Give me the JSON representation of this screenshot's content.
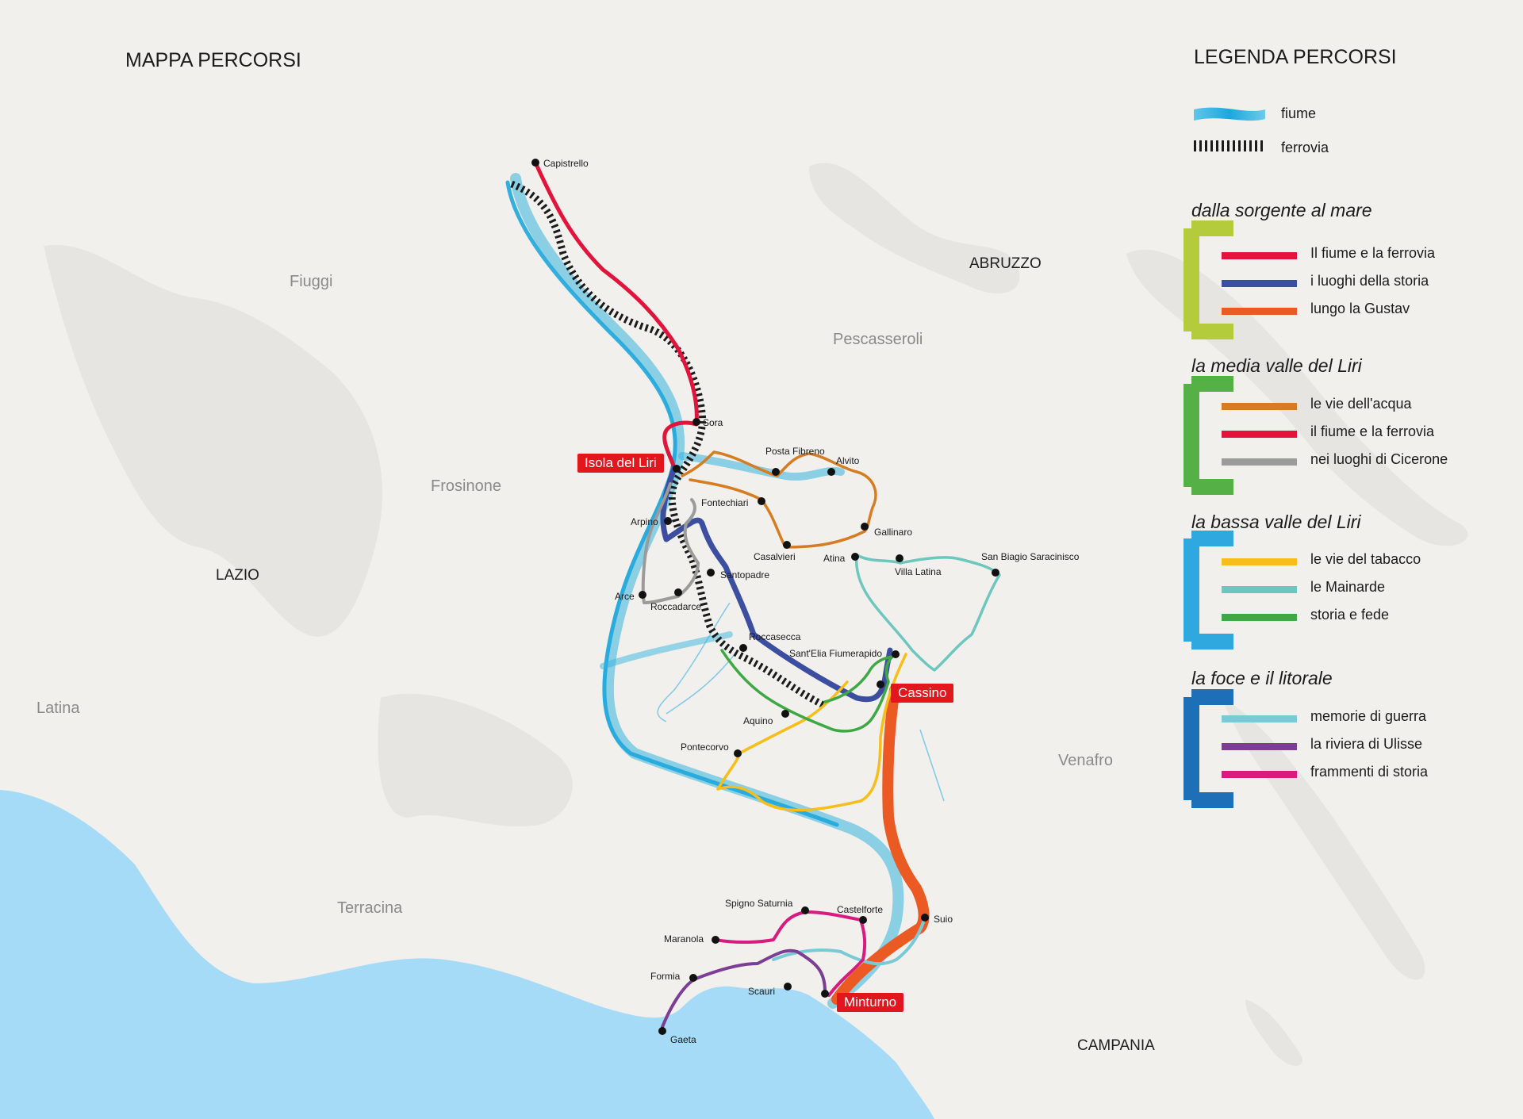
{
  "map_title": "MAPPA PERCORSI",
  "legend_title": "LEGENDA PERCORSI",
  "regions_dark": [
    "ABRUZZO",
    "LAZIO",
    "CAMPANIA"
  ],
  "places_grey": [
    "Fiuggi",
    "Pescasseroli",
    "Frosinone",
    "Latina",
    "Venafro",
    "Terracina"
  ],
  "towns": [
    "Capistrello",
    "Sora",
    "Posta Fibreno",
    "Alvito",
    "Fontechiari",
    "Gallinaro",
    "Casalvieri",
    "Atina",
    "Villa Latina",
    "San Biagio Saracinisco",
    "Arpino",
    "Santopadre",
    "Arce",
    "Roccadarce",
    "Roccasecca",
    "Sant'Elia Fiumerapido",
    "Aquino",
    "Pontecorvo",
    "Suio",
    "Spigno Saturnia",
    "Castelforte",
    "Maranola",
    "Formia",
    "Scauri",
    "Gaeta"
  ],
  "badges": [
    "Isola del Liri",
    "Cassino",
    "Minturno"
  ],
  "legend": {
    "base": [
      {
        "label": "fiume",
        "icon": "river-swatch"
      },
      {
        "label": "ferrovia",
        "icon": "railway-swatch"
      }
    ],
    "groups": [
      {
        "heading": "dalla sorgente al mare",
        "color": "#b4cc3c",
        "items": [
          {
            "label": "Il fiume e la ferrovia",
            "color": "#e2143c"
          },
          {
            "label": "i luoghi della storia",
            "color": "#3b4ea0"
          },
          {
            "label": "lungo la Gustav",
            "color": "#ec5a24"
          }
        ]
      },
      {
        "heading": "la media valle del Liri",
        "color": "#55b046",
        "items": [
          {
            "label": "le vie dell'acqua",
            "color": "#d67c22"
          },
          {
            "label": "il fiume e la ferrovia",
            "color": "#e2143c"
          },
          {
            "label": "nei luoghi di Cicerone",
            "color": "#9b9b9b"
          }
        ]
      },
      {
        "heading": "la bassa valle del Liri",
        "color": "#2fa8e0",
        "items": [
          {
            "label": "le vie del tabacco",
            "color": "#f6bd1b"
          },
          {
            "label": "le Mainarde",
            "color": "#6ec7be"
          },
          {
            "label": "storia e fede",
            "color": "#3ea845"
          }
        ]
      },
      {
        "heading": "la foce e il litorale",
        "color": "#1d6fb8",
        "items": [
          {
            "label": "memorie di guerra",
            "color": "#7ac9d6"
          },
          {
            "label": "la riviera di Ulisse",
            "color": "#7b3e94"
          },
          {
            "label": "frammenti di storia",
            "color": "#d81b7e"
          }
        ]
      }
    ]
  },
  "colors": {
    "land": "#f1f0ec",
    "mountain": "#e6e5e2",
    "sea": "#a5dbf6",
    "river": "#37b4df",
    "badge": "#e2171e"
  }
}
